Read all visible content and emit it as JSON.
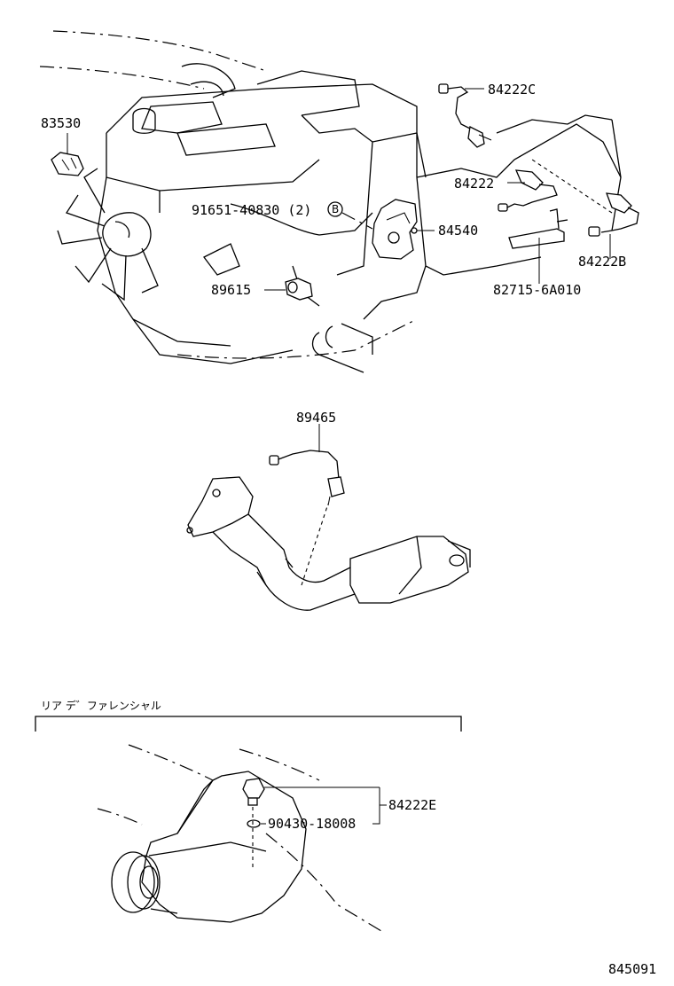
{
  "callouts": {
    "p83530": "83530",
    "p84222c": "84222C",
    "p84222": "84222",
    "p84222b": "84222B",
    "p91651": "91651-40830 (2)",
    "ref_b": "B",
    "p84540": "84540",
    "p82715": "82715-6A010",
    "p89615": "89615",
    "p89465": "89465",
    "p84222e": "84222E",
    "p90430": "90430-18008"
  },
  "section": {
    "title": "リア デ゛ファレンシャル"
  },
  "footer": {
    "code": "845091"
  }
}
